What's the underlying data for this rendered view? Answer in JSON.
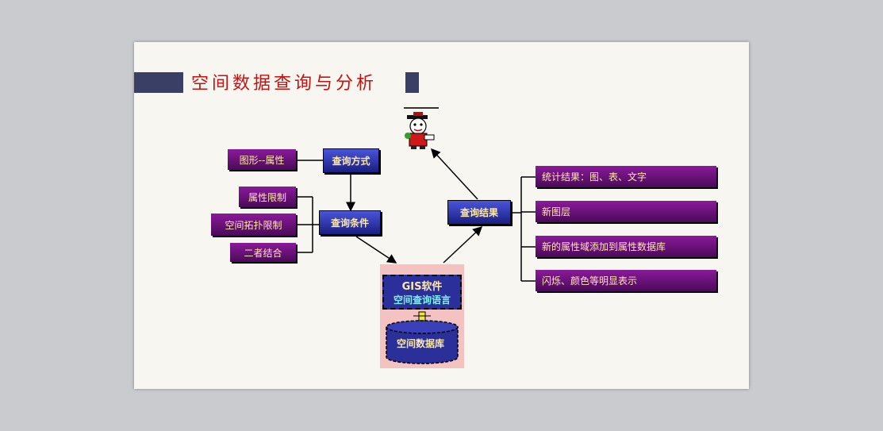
{
  "slide": {
    "title": "空间数据查询与分析"
  },
  "nodes": {
    "query_method": "查询方式",
    "graphic_attr": "图形--属性",
    "query_condition": "查询条件",
    "attr_limit": "属性限制",
    "spatial_topo_limit": "空间拓扑限制",
    "combined": "二者结合",
    "query_result": "查询结果",
    "stats_result": "统计结果：图、表、文字",
    "new_layer": "新图层",
    "new_attr_field": "新的属性域添加到属性数据库",
    "flash_color": "闪烁、颜色等明显表示"
  },
  "gis": {
    "software": "GIS软件",
    "query_language": "空间查询语言",
    "database": "空间数据库"
  },
  "icons": {
    "user": "scholar-figure-icon"
  },
  "colors": {
    "title": "#c21212",
    "purple_box": "#6a1278",
    "blue_box": "#2a2f9a",
    "text": "#ffe9a6"
  }
}
